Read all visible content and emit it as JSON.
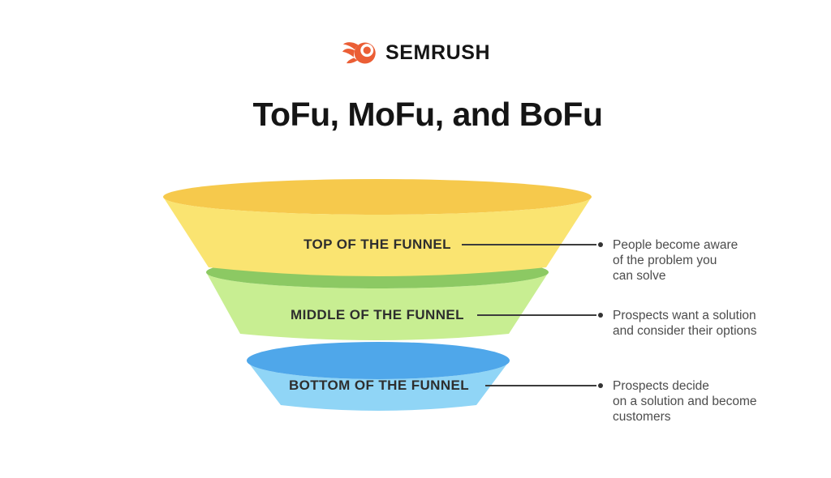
{
  "page": {
    "background": "#FFFFFF"
  },
  "logo": {
    "brand": "SEMRUSH",
    "icon": "semrush-flame-icon",
    "icon_color": "#EB5E35",
    "highlight_color": "#FFFFFF",
    "text_color": "#151515"
  },
  "title": {
    "text": "ToFu, MoFu, and BoFu",
    "color": "#151515"
  },
  "funnel": {
    "connector_color": "#3C3C3C",
    "label_color": "#2E2E2E",
    "description_color": "#4C4C4C",
    "stages": [
      {
        "id": "tofu",
        "label": "TOP OF THE FUNNEL",
        "rim_color": "#F6C94C",
        "body_color": "#FAE471",
        "description_lines": [
          "People become aware",
          "of the problem you",
          "can solve"
        ]
      },
      {
        "id": "mofu",
        "label": "MIDDLE OF THE FUNNEL",
        "rim_color": "#8CC963",
        "body_color": "#C8EE92",
        "description_lines": [
          "Prospects want a solution",
          "and consider their options"
        ]
      },
      {
        "id": "bofu",
        "label": "BOTTOM OF THE FUNNEL",
        "rim_color": "#4FA7EA",
        "body_color": "#90D5F6",
        "description_lines": [
          "Prospects decide",
          "on a solution and become",
          "customers"
        ]
      }
    ]
  }
}
